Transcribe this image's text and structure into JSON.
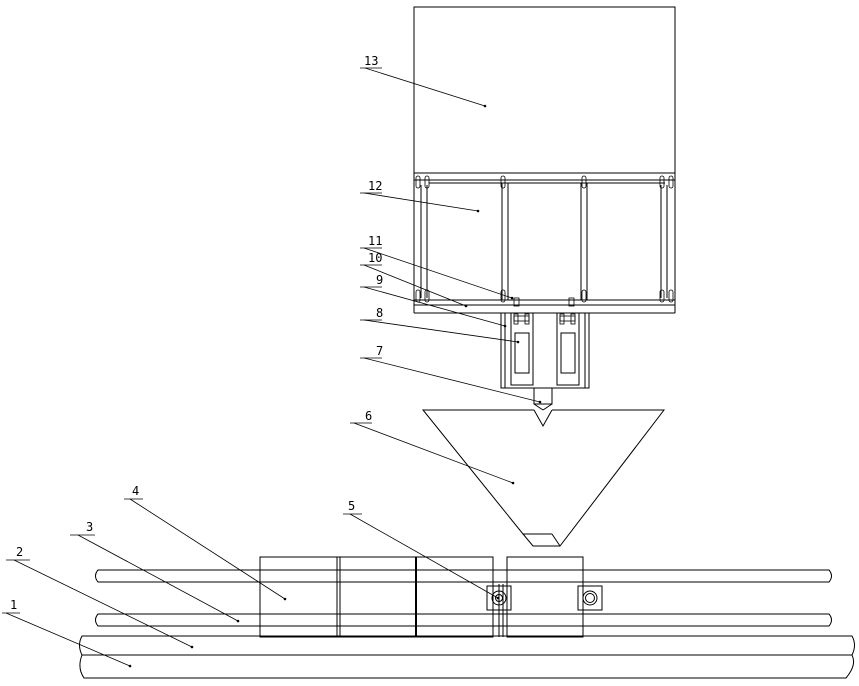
{
  "diagram": {
    "labels": {
      "l1": "1",
      "l2": "2",
      "l3": "3",
      "l4": "4",
      "l5": "5",
      "l6": "6",
      "l7": "7",
      "l8": "8",
      "l9": "9",
      "l10": "10",
      "l11": "11",
      "l12": "12",
      "l13": "13"
    },
    "stroke_color": "#000000",
    "background": "#ffffff"
  }
}
